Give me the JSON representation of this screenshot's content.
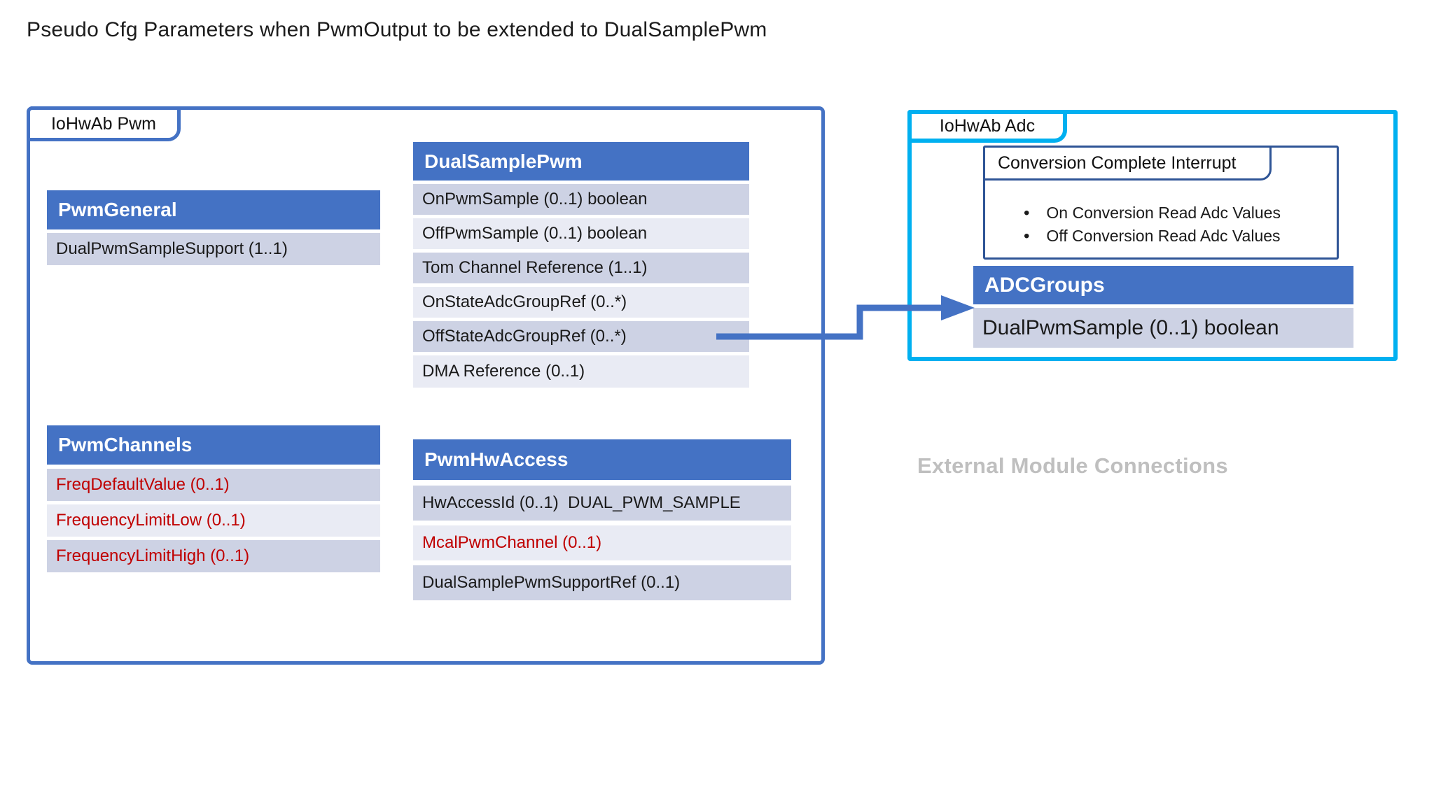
{
  "title": "Pseudo Cfg Parameters when PwmOutput to be extended to DualSamplePwm",
  "colors": {
    "header_blue": "#4472C4",
    "row_dark": "#CDD2E4",
    "row_light": "#E9EBF4",
    "pwm_border": "#4472C4",
    "adc_border": "#00B0F0",
    "cci_border": "#2E5496",
    "red_text": "#C00000",
    "gray_text": "#BFBFBF",
    "arrow": "#4472C4"
  },
  "pwm_module": {
    "tab_label": "IoHwAb Pwm",
    "tables": {
      "pwm_general": {
        "title": "PwmGeneral",
        "rows": [
          {
            "text": "DualPwmSampleSupport (1..1)",
            "color": "black"
          }
        ]
      },
      "dual_sample_pwm": {
        "title": "DualSamplePwm",
        "rows": [
          {
            "text": "OnPwmSample (0..1) boolean",
            "color": "black"
          },
          {
            "text": "OffPwmSample (0..1) boolean",
            "color": "black"
          },
          {
            "text": "Tom Channel Reference (1..1)",
            "color": "black"
          },
          {
            "text": "OnStateAdcGroupRef (0..*)",
            "color": "black"
          },
          {
            "text": "OffStateAdcGroupRef (0..*)",
            "color": "black"
          },
          {
            "text": "DMA Reference (0..1)",
            "color": "black"
          }
        ]
      },
      "pwm_channels": {
        "title": "PwmChannels",
        "rows": [
          {
            "text": "FreqDefaultValue (0..1)",
            "color": "red"
          },
          {
            "text": "FrequencyLimitLow (0..1)",
            "color": "red"
          },
          {
            "text": "FrequencyLimitHigh (0..1)",
            "color": "red"
          }
        ]
      },
      "pwm_hw_access": {
        "title": "PwmHwAccess",
        "rows": [
          {
            "text": "HwAccessId (0..1)  DUAL_PWM_SAMPLE",
            "color": "black"
          },
          {
            "text": "McalPwmChannel (0..1)",
            "color": "red"
          },
          {
            "text": "DualSamplePwmSupportRef (0..1)",
            "color": "black"
          }
        ]
      }
    }
  },
  "adc_module": {
    "tab_label": "IoHwAb Adc",
    "interrupt_box": {
      "title": "Conversion Complete Interrupt",
      "bullets": [
        "On Conversion Read Adc Values",
        "Off Conversion Read Adc Values"
      ]
    },
    "adc_groups": {
      "title": "ADCGroups",
      "rows": [
        {
          "text": "DualPwmSample (0..1) boolean",
          "color": "black"
        }
      ]
    }
  },
  "footer_note": "External Module Connections"
}
